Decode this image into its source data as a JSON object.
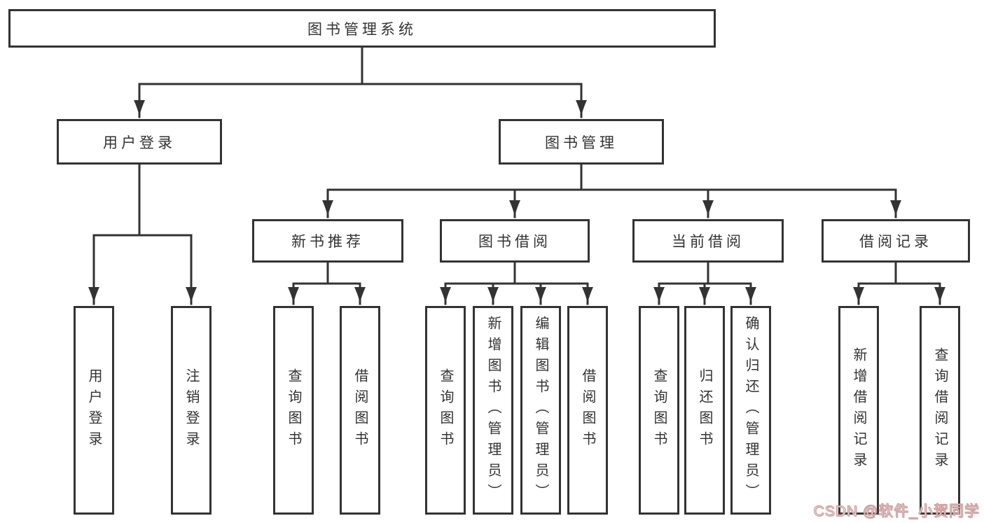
{
  "page": {
    "background": "#ffffff"
  },
  "colors": {
    "line": "#333333",
    "box_border": "#333333",
    "text": "#333333",
    "watermark_fill": "#ffffff",
    "watermark_outline": "#c99292"
  },
  "tree": {
    "root": {
      "label": "图书管理系统"
    },
    "branches": [
      {
        "label": "用户登录",
        "children": [
          {
            "label": "用户登录"
          },
          {
            "label": "注销登录"
          }
        ]
      },
      {
        "label": "图书管理",
        "sections": [
          {
            "label": "新书推荐",
            "children": [
              {
                "label": "查询图书"
              },
              {
                "label": "借阅图书"
              }
            ]
          },
          {
            "label": "图书借阅",
            "children": [
              {
                "label": "查询图书"
              },
              {
                "label": "新增图书（管理员）"
              },
              {
                "label": "编辑图书（管理员）"
              },
              {
                "label": "借阅图书"
              }
            ]
          },
          {
            "label": "当前借阅",
            "children": [
              {
                "label": "查询图书"
              },
              {
                "label": "归还图书"
              },
              {
                "label": "确认归还（管理员）"
              }
            ]
          },
          {
            "label": "借阅记录",
            "children": [
              {
                "label": "新增借阅记录"
              },
              {
                "label": "查询借阅记录"
              }
            ]
          }
        ]
      }
    ]
  },
  "watermark": {
    "text": "CSDN @软件_小贺同学"
  }
}
